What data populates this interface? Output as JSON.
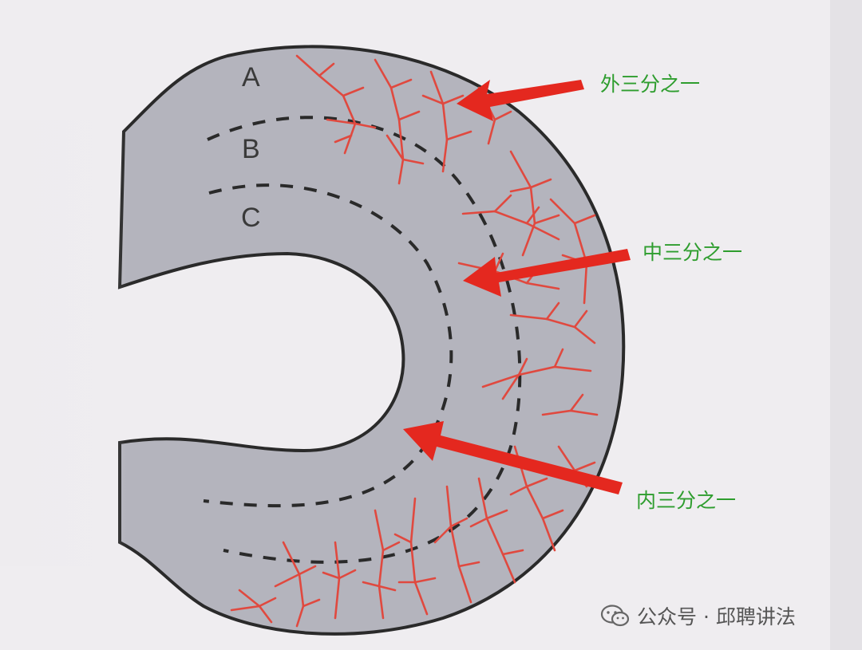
{
  "zones": {
    "a": "A",
    "b": "B",
    "c": "C"
  },
  "callouts": {
    "outer": "外三分之一",
    "middle": "中三分之一",
    "inner": "内三分之一"
  },
  "watermark": {
    "text": "公众号 · 邱聘讲法",
    "icon": "wechat-icon"
  },
  "colors": {
    "meniscus": "#b4b4bd",
    "vessels": "#e0493f",
    "arrows": "#e4281f",
    "callout_text": "#2e9d2e",
    "outline": "#2a2a2a"
  }
}
